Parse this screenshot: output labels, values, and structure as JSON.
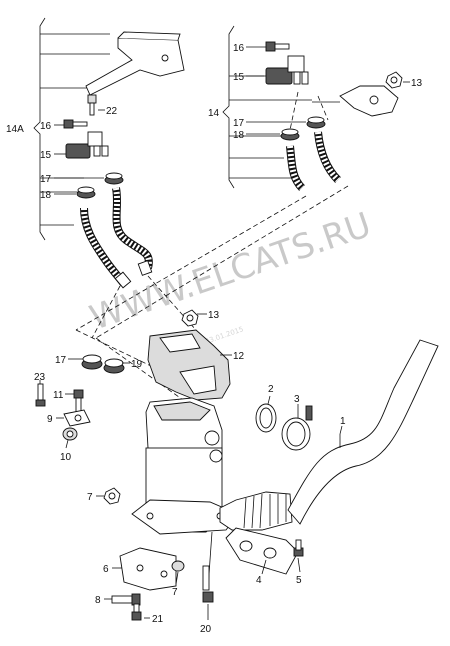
{
  "watermark": {
    "site": "WWW.ELCATS.RU",
    "date": "23.01.2015"
  },
  "labels": {
    "l14A": "14A",
    "l14": "14",
    "l16a": "16",
    "l15a": "15",
    "l17a": "17",
    "l18a": "18",
    "l22": "22",
    "l16b": "16",
    "l15b": "15",
    "l17b": "17",
    "l18b": "18",
    "l13a": "13",
    "l13b": "13",
    "l12": "12",
    "l17c": "17",
    "l19": "19",
    "l23": "23",
    "l11": "11",
    "l9": "9",
    "l10": "10",
    "l2": "2",
    "l3": "3",
    "l1": "1",
    "l7a": "7",
    "l4": "4",
    "l5": "5",
    "l6": "6",
    "l7b": "7",
    "l8": "8",
    "l21": "21",
    "l20": "20"
  }
}
